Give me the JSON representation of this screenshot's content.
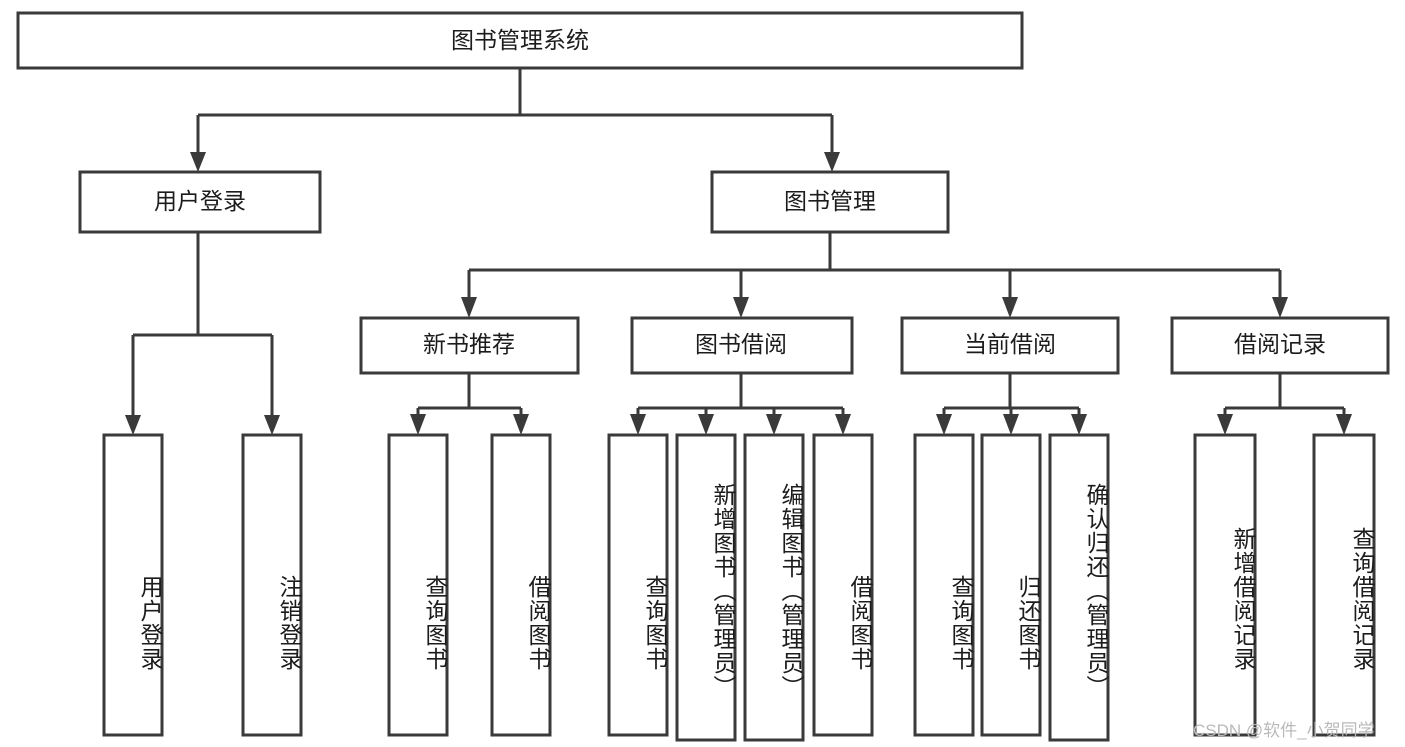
{
  "diagram": {
    "title": "图书管理系统",
    "type": "tree-flowchart",
    "watermark": "CSDN @软件_小贺同学",
    "colors": {
      "stroke": "#3a3a3a",
      "fill": "#ffffff",
      "text": "#1c1c1c",
      "watermark": "#b9b9b9"
    },
    "levels": {
      "root": {
        "label": "图书管理系统"
      },
      "level2": [
        {
          "id": "user-login",
          "label": "用户登录"
        },
        {
          "id": "book-management",
          "label": "图书管理"
        }
      ],
      "level3": [
        {
          "id": "new-book-recommend",
          "label": "新书推荐"
        },
        {
          "id": "book-borrow",
          "label": "图书借阅"
        },
        {
          "id": "current-borrow",
          "label": "当前借阅"
        },
        {
          "id": "borrow-record",
          "label": "借阅记录"
        }
      ],
      "leaves": {
        "user-login": [
          {
            "id": "leaf-user-login",
            "label": "用户登录"
          },
          {
            "id": "leaf-logout-login",
            "label": "注销登录"
          }
        ],
        "new-book-recommend": [
          {
            "id": "leaf-query-book-1",
            "label": "查询图书"
          },
          {
            "id": "leaf-borrow-book-1",
            "label": "借阅图书"
          }
        ],
        "book-borrow": [
          {
            "id": "leaf-query-book-2",
            "label": "查询图书"
          },
          {
            "id": "leaf-add-book-admin",
            "label": "新增图书（管理员）"
          },
          {
            "id": "leaf-edit-book-admin",
            "label": "编辑图书（管理员）"
          },
          {
            "id": "leaf-borrow-book-2",
            "label": "借阅图书"
          }
        ],
        "current-borrow": [
          {
            "id": "leaf-query-book-3",
            "label": "查询图书"
          },
          {
            "id": "leaf-return-book",
            "label": "归还图书"
          },
          {
            "id": "leaf-confirm-return-admin",
            "label": "确认归还（管理员）"
          }
        ],
        "borrow-record": [
          {
            "id": "leaf-add-borrow-record",
            "label": "新增借阅记录"
          },
          {
            "id": "leaf-query-borrow-record",
            "label": "查询借阅记录"
          }
        ]
      }
    }
  }
}
